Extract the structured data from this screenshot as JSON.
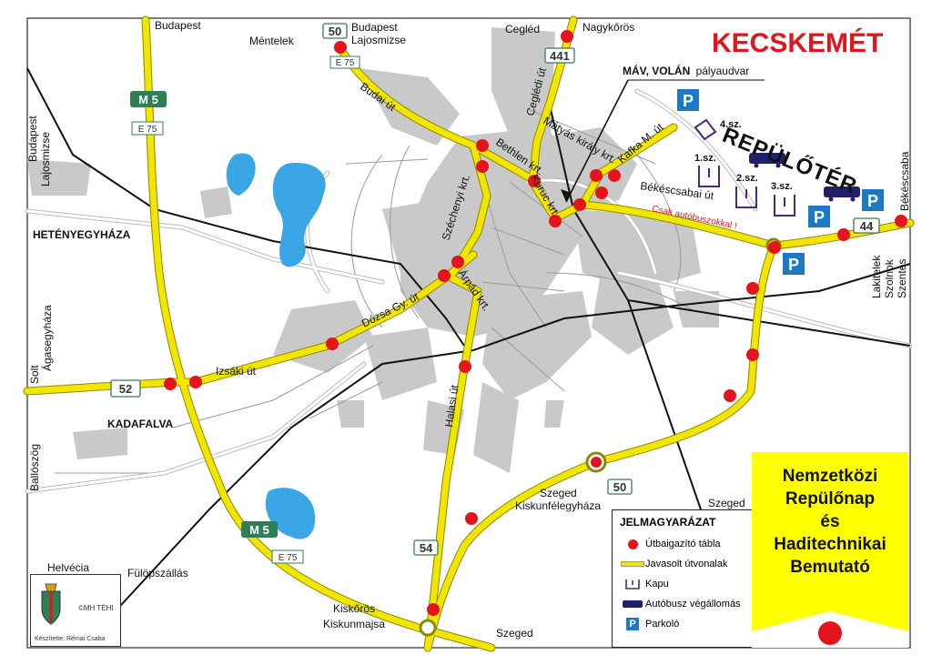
{
  "map": {
    "title": "KECSKEMÉT",
    "airport_title": "REPÜLŐTÉR",
    "station_label_bold": "MÁV, VOLÁN",
    "station_label_rest": "pályaudvar",
    "buses_only": "Csak autóbuszokkal !",
    "directions": {
      "budapest_top": "Budapest",
      "mentelek": "Méntelek",
      "budapest_lajosmizse_1": "Budapest",
      "budapest_lajosmizse_2": "Lajosmizse",
      "cegled": "Cegléd",
      "nagykoros": "Nagykőrös",
      "bekescsaba": "Békéscsaba",
      "lakitelek_1": "Lakitelek",
      "lakitelek_2": "Szolnok",
      "lakitelek_3": "Szentes",
      "budapest_lajosmizse_left_1": "Budapest",
      "budapest_lajosmizse_left_2": "Lajosmizse",
      "hetenyegyhaza": "HETÉNYEGYHÁZA",
      "solt_1": "Solt",
      "solt_2": "Ágasegyháza",
      "kadafalva": "KADAFALVA",
      "ballószög": "Ballószög",
      "helvecia": "Helvécia",
      "fulopszallas": "Fülöpszállás",
      "kiskoros_1": "Kiskőrös",
      "kiskoros_2": "Kiskunmajsa",
      "szeged_bottom": "Szeged",
      "szeged_kiskun_1": "Szeged",
      "szeged_kiskun_2": "Kiskunfélegyháza",
      "szeged_right": "Szeged"
    },
    "streets": {
      "budai": "Budai út",
      "ceglédi": "Ceglédi út",
      "matyas": "Mátyás király krt.",
      "kafka": "Kafka M. út",
      "bethlen": "Bethlen krt.",
      "kuruc": "Kuruc krt.",
      "szechenyi": "Széchenyi krt.",
      "arpad": "Árpád krt.",
      "dozsa": "Dózsa Gy. út",
      "izsaki": "Izsáki út",
      "halasi": "Halasi út",
      "bekescsabai": "Békéscsabai út"
    },
    "road_numbers": {
      "r50_top": "50",
      "e75_top": "E 75",
      "r441": "441",
      "m5_top": "M 5",
      "e75_left": "E 75",
      "r52": "52",
      "m5_bottom": "M 5",
      "e75_bottom": "E 75",
      "r54": "54",
      "r50_bottom": "50",
      "r44": "44"
    },
    "gates": {
      "g1": "1.sz.",
      "g2": "2.sz.",
      "g3": "3.sz.",
      "g4": "4.sz."
    },
    "parking_letter": "P"
  },
  "legend": {
    "title": "JELMAGYARÁZAT",
    "items": [
      {
        "symbol": "red-dot",
        "label": "Útbaigazító tábla"
      },
      {
        "symbol": "yellow-line",
        "label": "Javasolt útvonalak"
      },
      {
        "symbol": "gate",
        "label": "Kapu"
      },
      {
        "symbol": "bus",
        "label": "Autóbusz végállomás"
      },
      {
        "symbol": "parking",
        "label": "Parkoló"
      }
    ]
  },
  "event": {
    "line1": "Nemzetközi",
    "line2": "Repülőnap",
    "line3": "és",
    "line4": "Haditechnikai",
    "line5": "Bemutató"
  },
  "credits": {
    "mh": "©MH TÉHI",
    "author": "Készítette: Rémai Csaba"
  },
  "colors": {
    "signpost": "#e4141c",
    "route": "#f2e600",
    "title": "#e4141c",
    "parking": "#1e79c4",
    "gate": "#4a2a7a",
    "bus": "#20206a",
    "water": "#3aa6e6",
    "urban": "#c8c8c8",
    "event_box": "#ffff00"
  }
}
